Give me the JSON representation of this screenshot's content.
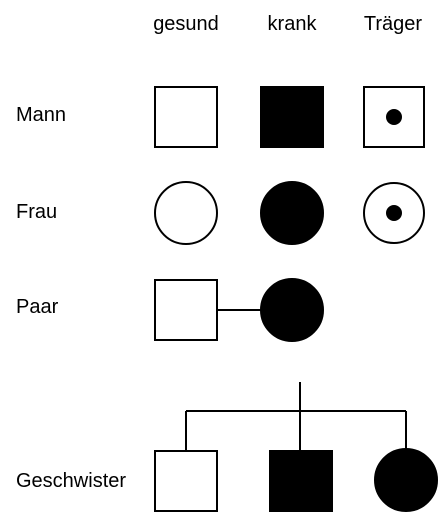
{
  "legend": {
    "columns": {
      "healthy": "gesund",
      "sick": "krank",
      "carrier": "Träger"
    },
    "rows": {
      "man": "Mann",
      "woman": "Frau",
      "couple": "Paar",
      "siblings": "Geschwister"
    }
  },
  "colors": {
    "line": "#000000",
    "fill_affected": "#000000",
    "fill_unaffected": "#ffffff"
  },
  "symbols": {
    "male": "square",
    "female": "circle",
    "carrier_marker": "center-dot"
  }
}
